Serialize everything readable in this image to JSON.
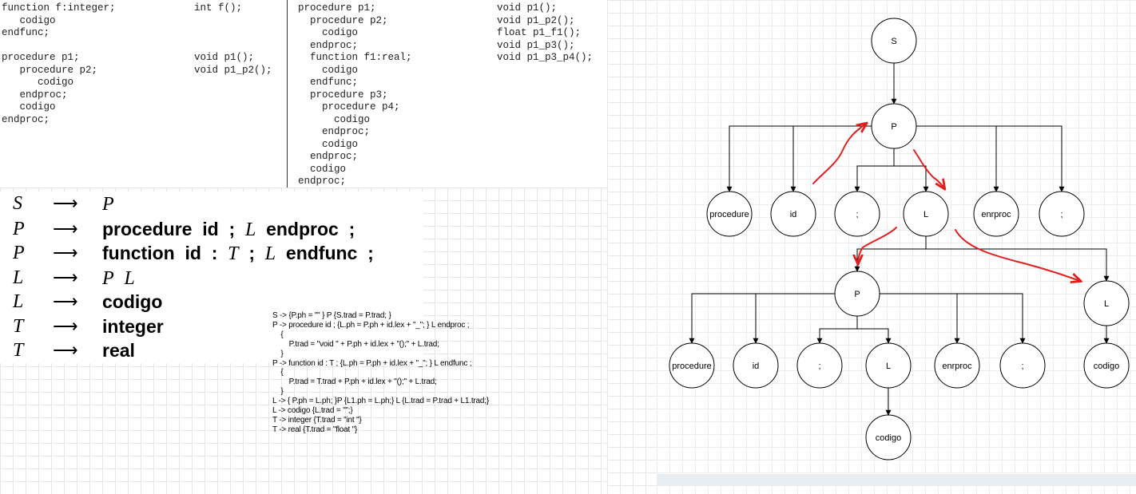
{
  "code_blocks": {
    "c1": "function f:integer;\n   codigo\nendfunc;\n\nprocedure p1;\n   procedure p2;\n      codigo\n   endproc;\n   codigo\nendproc;",
    "c2": "int f();\n\n\n\nvoid p1();\nvoid p1_p2();",
    "c3": "procedure p1;\n  procedure p2;\n    codigo\n  endproc;\n  function f1:real;\n    codigo\n  endfunc;\n  procedure p3;\n    procedure p4;\n      codigo\n    endproc;\n    codigo\n  endproc;\n  codigo\nendproc;",
    "c4": "void p1();\nvoid p1_p2();\nfloat p1_f1();\nvoid p1_p3();\nvoid p1_p3_p4();"
  },
  "grammar": [
    {
      "lhs": "S",
      "arrow": "⟶",
      "rhs": [
        {
          "t": "nt",
          "v": "P"
        }
      ]
    },
    {
      "lhs": "P",
      "arrow": "⟶",
      "rhs": [
        {
          "t": "term",
          "v": "procedure"
        },
        {
          "t": "term",
          "v": "id"
        },
        {
          "t": "term",
          "v": ";"
        },
        {
          "t": "nt",
          "v": "L"
        },
        {
          "t": "term",
          "v": "endproc"
        },
        {
          "t": "term",
          "v": ";"
        }
      ]
    },
    {
      "lhs": "P",
      "arrow": "⟶",
      "rhs": [
        {
          "t": "term",
          "v": "function"
        },
        {
          "t": "term",
          "v": "id"
        },
        {
          "t": "term",
          "v": ":"
        },
        {
          "t": "nt",
          "v": "T"
        },
        {
          "t": "term",
          "v": ";"
        },
        {
          "t": "nt",
          "v": "L"
        },
        {
          "t": "term",
          "v": "endfunc"
        },
        {
          "t": "term",
          "v": ";"
        }
      ]
    },
    {
      "lhs": "L",
      "arrow": "⟶",
      "rhs": [
        {
          "t": "nt",
          "v": "P"
        },
        {
          "t": "nt",
          "v": "L"
        }
      ]
    },
    {
      "lhs": "L",
      "arrow": "⟶",
      "rhs": [
        {
          "t": "term",
          "v": "codigo"
        }
      ]
    },
    {
      "lhs": "T",
      "arrow": "⟶",
      "rhs": [
        {
          "t": "term",
          "v": "integer"
        }
      ]
    },
    {
      "lhs": "T",
      "arrow": "⟶",
      "rhs": [
        {
          "t": "term",
          "v": "real"
        }
      ]
    }
  ],
  "semantic_rules": "S -> {P.ph = \"\" } P {S.trad = P.trad; }\nP -> procedure id ; {L.ph = P.ph + id.lex + \"_\"; } L endproc ;\n    {\n        P.trad = \"void \" + P.ph + id.lex + \"();\" + L.trad;\n    }\nP -> function id : T ; {L.ph = P.ph + id.lex + \"_\"; } L endfunc ;\n    {\n        P.trad = T.trad + P.ph + id.lex + \"();\" + L.trad;\n    }\nL -> { P.ph = L.ph; }P {L1.ph = L.ph;} L {L.trad = P.trad + L1.trad;}\nL -> codigo {L.trad = \"\";}\nT -> integer {T.trad = \"int \"}\nT -> real {T.trad = \"float \"}",
  "tree": {
    "nodes": [
      {
        "id": "S",
        "label": "S"
      },
      {
        "id": "P1",
        "label": "P"
      },
      {
        "id": "proc1",
        "label": "procedure"
      },
      {
        "id": "id1",
        "label": "id"
      },
      {
        "id": "semi1",
        "label": ";"
      },
      {
        "id": "L1",
        "label": "L"
      },
      {
        "id": "end1",
        "label": "enrproc"
      },
      {
        "id": "semi2",
        "label": ";"
      },
      {
        "id": "P2",
        "label": "P"
      },
      {
        "id": "L2",
        "label": "L"
      },
      {
        "id": "proc2",
        "label": "procedure"
      },
      {
        "id": "id2",
        "label": "id"
      },
      {
        "id": "semi3",
        "label": ";"
      },
      {
        "id": "L3",
        "label": "L"
      },
      {
        "id": "end2",
        "label": "enrproc"
      },
      {
        "id": "semi4",
        "label": ";"
      },
      {
        "id": "cod1",
        "label": "codigo"
      },
      {
        "id": "cod2",
        "label": "codigo"
      }
    ],
    "edges": [
      [
        "S",
        "P1"
      ],
      [
        "P1",
        "proc1"
      ],
      [
        "P1",
        "id1"
      ],
      [
        "P1",
        "semi1"
      ],
      [
        "P1",
        "L1"
      ],
      [
        "P1",
        "end1"
      ],
      [
        "P1",
        "semi2"
      ],
      [
        "L1",
        "P2"
      ],
      [
        "L1",
        "L2"
      ],
      [
        "P2",
        "proc2"
      ],
      [
        "P2",
        "id2"
      ],
      [
        "P2",
        "semi3"
      ],
      [
        "P2",
        "L3"
      ],
      [
        "P2",
        "end2"
      ],
      [
        "P2",
        "semi4"
      ],
      [
        "L3",
        "cod1"
      ],
      [
        "L2",
        "cod2"
      ]
    ],
    "annotation_color": "#e02020"
  }
}
